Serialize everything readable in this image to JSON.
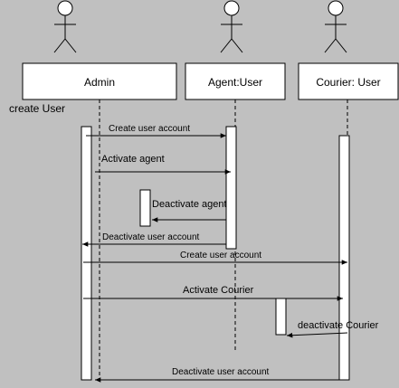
{
  "diagram": {
    "participants": [
      "Admin",
      "Agent:User",
      "Courier: User"
    ],
    "opening_label": "create User",
    "messages": [
      "Create user account",
      "Activate agent",
      "Deactivate agent",
      "Deactivate user account",
      "Create user account",
      "Activate Courier",
      "deactivate Courier",
      "Deactivate user account"
    ]
  },
  "colors": {
    "background": "#c0c0c0",
    "box_fill": "#ffffff",
    "stroke": "#000000"
  }
}
